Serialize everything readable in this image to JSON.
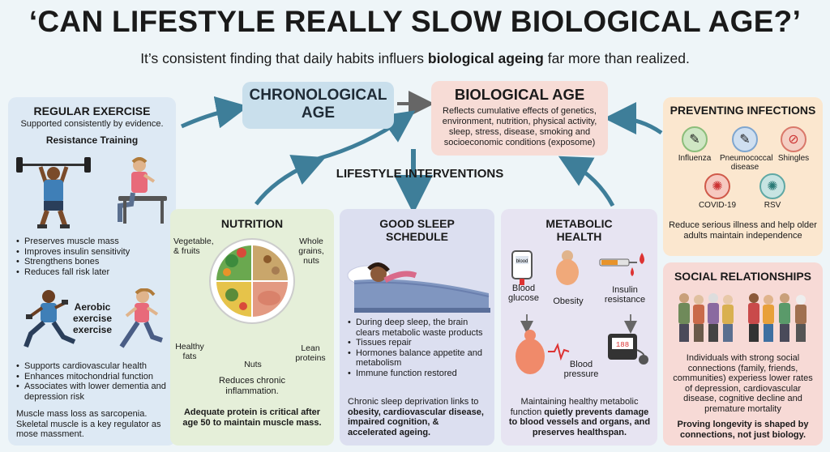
{
  "title": "‘CAN LIFESTYLE REALLY SLOW BIOLOGICAL AGE?’",
  "subtitle": {
    "pre": "It’s consistent finding that daily habits influers ",
    "bold": "biological ageing",
    "post": " far more than realized."
  },
  "chronological": {
    "line1": "CHRONOLOGICAL",
    "line2": "AGE"
  },
  "biological": {
    "title": "BIOLOGICAL AGE",
    "desc": "Reflects cumulative effects of genetics, environment, nutrition, physical activity, sleep, stress, disease, smoking and socioeconomic conditions (exposome)"
  },
  "interventions_label": "LIFESTYLE INTERVENTIONS",
  "exercise": {
    "title": "REGULAR EXERCISE",
    "subtitle": "Supported consistently by evidence.",
    "resistance_title": "Resistance Training",
    "resistance_bullets": [
      "Preserves muscle mass",
      "Improves insulin sensitivity",
      "Strengthens bones",
      "Reduces fall risk later"
    ],
    "aerobic_title_1": "Aerobic",
    "aerobic_title_2": "exercise",
    "aerobic_title_3": "exercise",
    "aerobic_bullets": [
      "Supports cardiovascular health",
      "Enhances mitochondrial function",
      "Associates with lower dementia and depression risk"
    ],
    "footer": "Muscle mass loss as sarcopenia. Skeletal muscle is a key regulator as mose massment."
  },
  "nutrition": {
    "title": "NUTRITION",
    "label_veg": "Vegetable, & fruits",
    "label_grains": "Whole grains, nuts",
    "label_fats": "Healthy fats",
    "label_nuts": "Nuts",
    "label_lean": "Lean proteins",
    "reduces": "Reduces chronic inflammation.",
    "footer": "Adequate protein is critical after age 50 to maintain muscle mass."
  },
  "sleep": {
    "title_1": "GOOD SLEEP",
    "title_2": "SCHEDULE",
    "bullets": [
      "During deep sleep, the brain clears metabolic waste products",
      "Tissues repair",
      "Hormones balance appetite and metabolism",
      "Immune function restored"
    ],
    "footer_pre": "Chronic sleep deprivation links to ",
    "footer_bold": "obesity, cardiovascular disease, impaired cognition, & accelerated ageing."
  },
  "metabolic": {
    "title_1": "METABOLIC",
    "title_2": "HEALTH",
    "meter_label": "blood",
    "label_glucose": "Blood glucose",
    "label_obesity": "Obesity",
    "label_insulin": "Insulin resistance",
    "label_bp": "Blood pressure",
    "bp_reading": "188",
    "footer_pre": "Maintaining healthy metabolic function ",
    "footer_bold": "quietly prevents damage to blood vessels and organs, and preserves healthspan."
  },
  "infections": {
    "title": "PREVENTING INFECTIONS",
    "vaccines": [
      "Influenza",
      "Pneumococcal disease",
      "Shingles",
      "COVID-19",
      "RSV"
    ],
    "footer": "Reduce serious illness and help older adults maintain independence"
  },
  "social": {
    "title": "SOCIAL RELATIONSHIPS",
    "desc": "Individuals with strong social connections (family, friends, communities) experiess lower rates of depression, cardiovascular disease, cognitive decline and premature mortality",
    "footer": "Proving longevity is shaped by connections, not just biology."
  },
  "colors": {
    "exercise_bg": "#dde9f4",
    "chrono_bg": "#c9dfec",
    "bio_bg": "#f7dcd6",
    "nutrition_bg": "#e5efd9",
    "sleep_bg": "#dcdff0",
    "metabolic_bg": "#e7e4f2",
    "infections_bg": "#fbe7cf",
    "social_bg": "#f7dad6",
    "arrow": "#3e7e99"
  }
}
